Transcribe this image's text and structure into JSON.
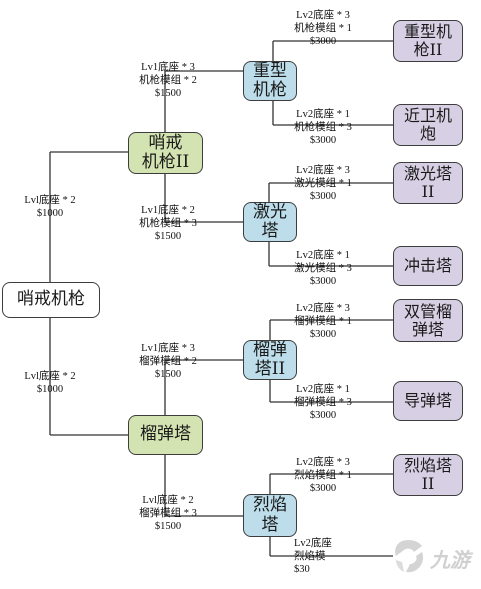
{
  "tree": {
    "root": "哨戒机枪",
    "branches": [
      {
        "id": "sentry2",
        "name": "哨戒机枪II",
        "cost": [
          "Lvl底座 * 2",
          "$1000"
        ],
        "children": [
          {
            "id": "heavy",
            "name": "重型机枪",
            "cost": [
              "Lv1底座 * 3",
              "机枪模组 * 2",
              "$1500"
            ],
            "children": [
              {
                "id": "heavy2",
                "name": "重型机枪II",
                "cost": [
                  "Lv2底座 * 3",
                  "机枪模组 * 1",
                  "$3000"
                ]
              },
              {
                "id": "guard",
                "name": "近卫机炮",
                "cost": [
                  "Lv2底座 * 1",
                  "机枪模组 * 3",
                  "$3000"
                ]
              }
            ]
          },
          {
            "id": "laser",
            "name": "激光塔",
            "cost": [
              "Lv1底座 * 2",
              "机枪模组 * 3",
              "$1500"
            ],
            "children": [
              {
                "id": "laser2",
                "name": "激光塔II",
                "cost": [
                  "Lv2底座 * 3",
                  "激光模组 * 1",
                  "$3000"
                ]
              },
              {
                "id": "impact",
                "name": "冲击塔",
                "cost": [
                  "Lv2底座 * 1",
                  "激光模组 * 3",
                  "$3000"
                ]
              }
            ]
          }
        ]
      },
      {
        "id": "grenade",
        "name": "榴弹塔",
        "cost": [
          "Lvl底座 * 2",
          "$1000"
        ],
        "children": [
          {
            "id": "grenade2",
            "name": "榴弹塔II",
            "cost": [
              "Lv1底座 * 3",
              "榴弹模组 * 2",
              "$1500"
            ],
            "children": [
              {
                "id": "double",
                "name": "双管榴弹塔",
                "cost": [
                  "Lv2底座 * 3",
                  "榴弹模组 * 1",
                  "$3000"
                ]
              },
              {
                "id": "missile",
                "name": "导弹塔",
                "cost": [
                  "Lv2底座 * 1",
                  "榴弹模组 * 3",
                  "$3000"
                ]
              }
            ]
          },
          {
            "id": "flame",
            "name": "烈焰塔",
            "cost": [
              "Lvl底座 * 2",
              "榴弹模组 * 3",
              "$1500"
            ],
            "children": [
              {
                "id": "flame2",
                "name": "烈焰塔II",
                "cost": [
                  "Lv2底座 * 3",
                  "烈焰模组 * 1",
                  "$3000"
                ]
              },
              {
                "id": "flame3",
                "name": "",
                "cost": [
                  "Lv2底座",
                  "烈焰模",
                  "$30"
                ]
              }
            ]
          }
        ]
      }
    ]
  },
  "watermark": {
    "brand": "九游",
    "icon": "swirl-logo-icon"
  },
  "colors": {
    "root": "#ffffff",
    "level1": "#d3e3b1",
    "level2": "#bcdde9",
    "level3": "#d7d0e4",
    "line": "#333333"
  }
}
